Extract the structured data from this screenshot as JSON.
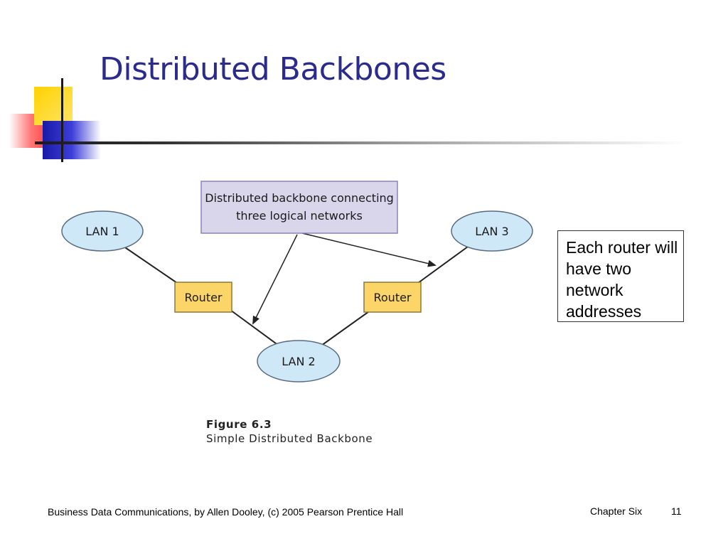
{
  "slide": {
    "title": "Distributed Backbones"
  },
  "diagram": {
    "callout": {
      "line1": "Distributed backbone connecting",
      "line2": "three logical networks"
    },
    "nodes": {
      "lan1": "LAN 1",
      "lan2": "LAN 2",
      "lan3": "LAN 3",
      "router_left": "Router",
      "router_right": "Router"
    },
    "figure": {
      "number": "Figure 6.3",
      "caption": "Simple Distributed Backbone"
    }
  },
  "note": {
    "text": "Each router will have two network addresses"
  },
  "footer": {
    "source": "Business Data Communications, by Allen Dooley, (c) 2005 Pearson Prentice Hall",
    "chapter": "Chapter Six",
    "page": "11"
  },
  "colors": {
    "title": "#2b2b8c",
    "lan_fill": "#cfe8f8",
    "router_fill": "#fbd568",
    "callout_fill": "#d9d6ec"
  }
}
